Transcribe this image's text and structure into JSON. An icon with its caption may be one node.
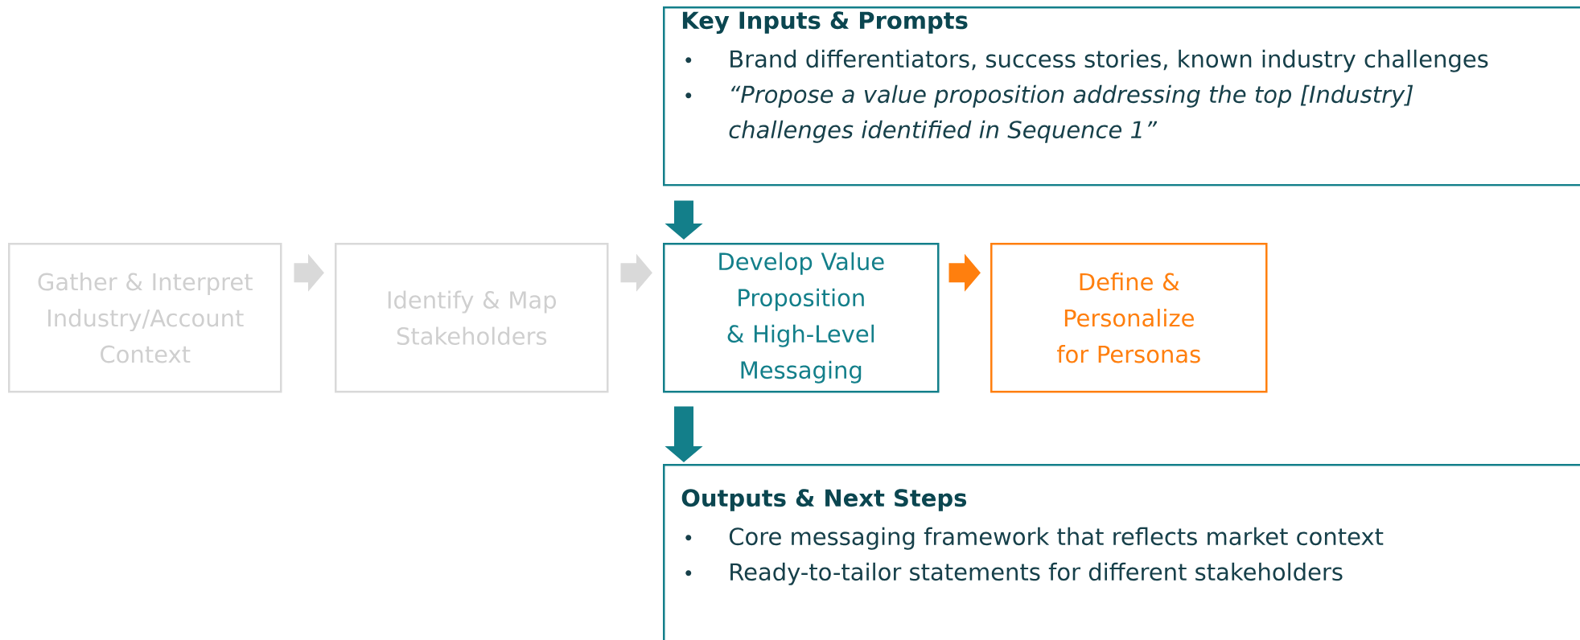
{
  "diagram": {
    "nodes": [
      {
        "text": [
          "Key Inputs & Prompts",
          "Brand differentiators, success stories, known industry challenges",
          "“Propose a value proposition addressing the top [Industry] challenges identified in Sequence 1”"
        ]
      },
      {
        "text": [
          "Gather & Interpret Industry/Account Context"
        ]
      },
      {
        "text": [
          "Identify & Map Stakeholders"
        ]
      },
      {
        "text": [
          "Develop Value Proposition & High-Level Messaging"
        ]
      },
      {
        "text": [
          "Define & Personalize for Personas"
        ]
      },
      {
        "text": [
          "Outputs & Next Steps",
          "Core messaging framework that reflects market context",
          "Ready-to-tailor statements for different stakeholders"
        ]
      }
    ],
    "edges": [
      {
        "from": 1,
        "to": 2,
        "arrow": "to",
        "color": "#d9d9d9"
      },
      {
        "from": 2,
        "to": 3,
        "arrow": "to",
        "color": "#d9d9d9"
      },
      {
        "from": 3,
        "to": 4,
        "arrow": "to",
        "color": "#ff7f0e"
      },
      {
        "from": 0,
        "to": 3,
        "arrow": "to",
        "color": "#137f8a"
      },
      {
        "from": 3,
        "to": 5,
        "arrow": "to",
        "color": "#137f8a"
      }
    ]
  }
}
